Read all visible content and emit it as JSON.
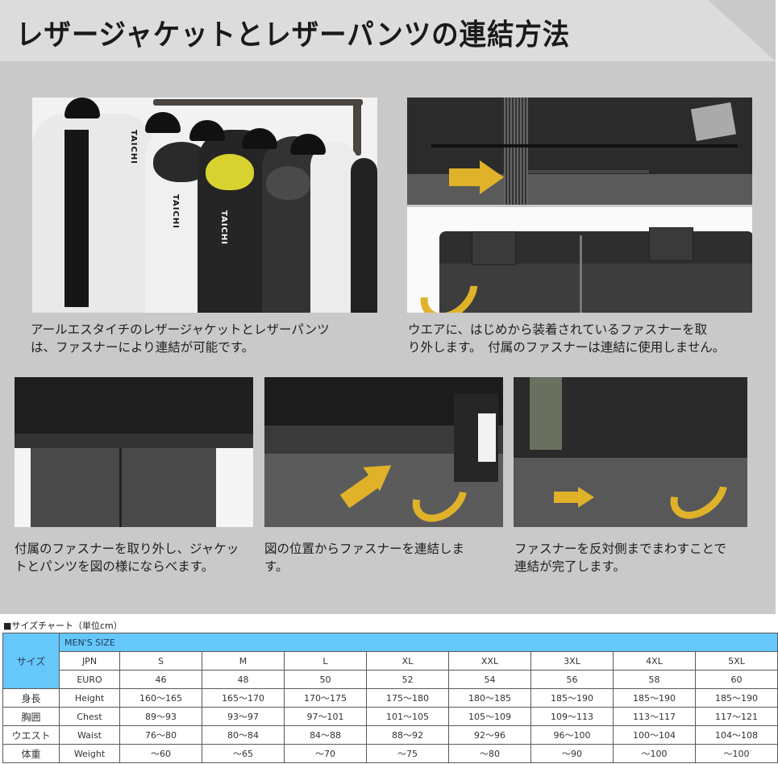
{
  "banner": {
    "title": "レザージャケットとレザーパンツの連結方法"
  },
  "photos": [
    {
      "id": "jackets-on-rack",
      "brand_text": "TAICHI"
    },
    {
      "id": "jacket-interior-zipper"
    },
    {
      "id": "pants-waist-fastener"
    },
    {
      "id": "step-align-jacket-pants"
    },
    {
      "id": "step-connect-zipper"
    },
    {
      "id": "step-rotate-zipper"
    }
  ],
  "captions": {
    "top_left": [
      "アールエスタイチのレザージャケットとレザーパンツ",
      "は、ファスナーにより連結が可能です。"
    ],
    "top_right": [
      "ウエアに、はじめから装着されているファスナーを取",
      "り外します。　付属のファスナーは連結に使用しません。"
    ],
    "bottom_1": [
      "付属のファスナーを取り外し、ジャケッ",
      "トとパンツを図の様にならべます。"
    ],
    "bottom_2": [
      "図の位置からファスナーを連結しま",
      "す。"
    ],
    "bottom_3": [
      "ファスナーを反対側までまわすことで",
      "連結が完了します。"
    ]
  },
  "size_chart": {
    "title": "■サイズチャート（単位cm）",
    "size_label": "サイズ",
    "group_header": "MEN'S SIZE",
    "jpn_label": "JPN",
    "euro_label": "EURO",
    "jpn": [
      "S",
      "M",
      "L",
      "XL",
      "XXL",
      "3XL",
      "4XL",
      "5XL"
    ],
    "euro": [
      "46",
      "48",
      "50",
      "52",
      "54",
      "56",
      "58",
      "60"
    ],
    "rows": [
      {
        "jp": "身長",
        "en": "Height",
        "values": [
          "160〜165",
          "165〜170",
          "170〜175",
          "175〜180",
          "180〜185",
          "185〜190",
          "185〜190",
          "185〜190"
        ]
      },
      {
        "jp": "胸囲",
        "en": "Chest",
        "values": [
          "89〜93",
          "93〜97",
          "97〜101",
          "101〜105",
          "105〜109",
          "109〜113",
          "113〜117",
          "117〜121"
        ]
      },
      {
        "jp": "ウエスト",
        "en": "Waist",
        "values": [
          "76〜80",
          "80〜84",
          "84〜88",
          "88〜92",
          "92〜96",
          "96〜100",
          "100〜104",
          "104〜108"
        ]
      },
      {
        "jp": "体重",
        "en": "Weight",
        "values": [
          "〜60",
          "〜65",
          "〜70",
          "〜75",
          "〜80",
          "〜90",
          "〜100",
          "〜100"
        ]
      }
    ]
  },
  "colors": {
    "header_blue": "#66c7fa",
    "panel_gray": "#c9c9c9",
    "banner_gray": "#dcdcdc",
    "arrow_yellow": "#e0b22a"
  }
}
